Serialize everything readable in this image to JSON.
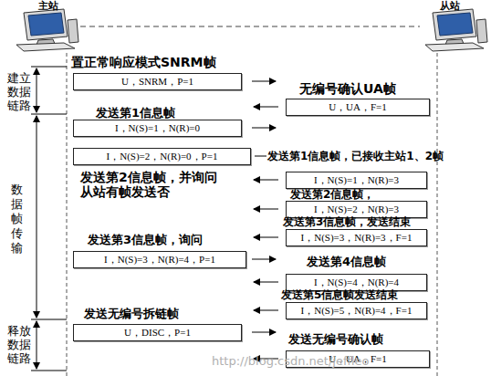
{
  "diagram": {
    "nodes": [
      {
        "text": [
          "主站"
        ]
      },
      {
        "text": [
          "从站"
        ]
      },
      {
        "text": [
          "U，SNRM，P=1"
        ]
      },
      {
        "text": [
          "U，UA，F=1"
        ]
      },
      {
        "text": [
          "I，N(S)=1，N(R)=0"
        ]
      },
      {
        "text": [
          "I，N(S)=2，N(R)=0，P=1"
        ]
      },
      {
        "text": [
          "I，N(S)=1，N(R)=3"
        ]
      },
      {
        "text": [
          "I，N(S)=2，N(R)=3"
        ]
      },
      {
        "text": [
          "I，N(S)=3，N(R)=3，F=1"
        ]
      },
      {
        "text": [
          "I，N(S)=3，N(R)=4，P=1"
        ]
      },
      {
        "text": [
          "I，N(S)=4，N(R)=4"
        ]
      },
      {
        "text": [
          "I，N(S)=5，N(R)=4，F=1"
        ]
      },
      {
        "text": [
          "U，DISC，P=1"
        ]
      },
      {
        "text": [
          "U，UA，F=1"
        ]
      }
    ],
    "edges": [
      {
        "from": 0,
        "to": 1,
        "arrow": "none"
      }
    ],
    "labels": [
      "置正常响应模式SNRM帧",
      "无编号确认UA帧",
      "发送第1信息帧",
      "发送第1信息帧，已接收主站1、2帧",
      "发送第2信息帧，并询问从站有帧发送否",
      "发送第2信息帧，",
      "发送第3信息帧，发送结束",
      "发送第3信息帧，询问",
      "发送第4信息帧",
      "发送第5信息帧发送结束",
      "发送无编号拆链帧",
      "发送无编号确认帧",
      "建立数据链路",
      "数据帧传输",
      "释放数据链路",
      "http://blog.csdn.net/jeffleo"
    ]
  }
}
